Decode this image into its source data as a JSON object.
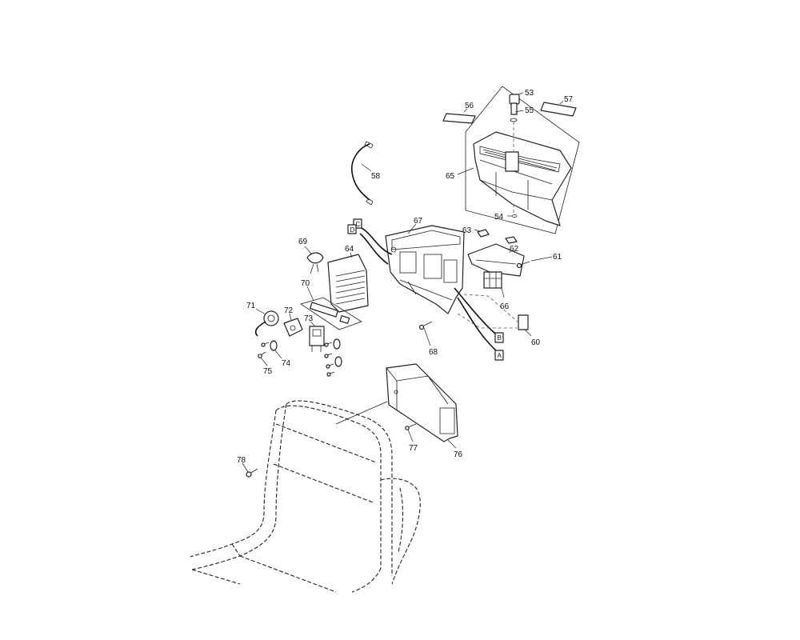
{
  "diagram": {
    "part_labels": {
      "p53": "53",
      "p55": "55",
      "p56": "56",
      "p57": "57",
      "p58": "58",
      "p65": "65",
      "p54": "54",
      "p63": "63",
      "p67": "67",
      "p62": "62",
      "p61": "61",
      "p69": "69",
      "p64": "64",
      "p66": "66",
      "p70": "70",
      "p71": "71",
      "p72": "72",
      "p73": "73",
      "p60": "60",
      "p68": "68",
      "p75": "75",
      "p74": "74",
      "p77": "77",
      "p76": "76",
      "p78": "78"
    },
    "connector_tags": {
      "tag_d": "D",
      "tag_c": "C",
      "tag_b": "B",
      "tag_a": "A"
    }
  }
}
